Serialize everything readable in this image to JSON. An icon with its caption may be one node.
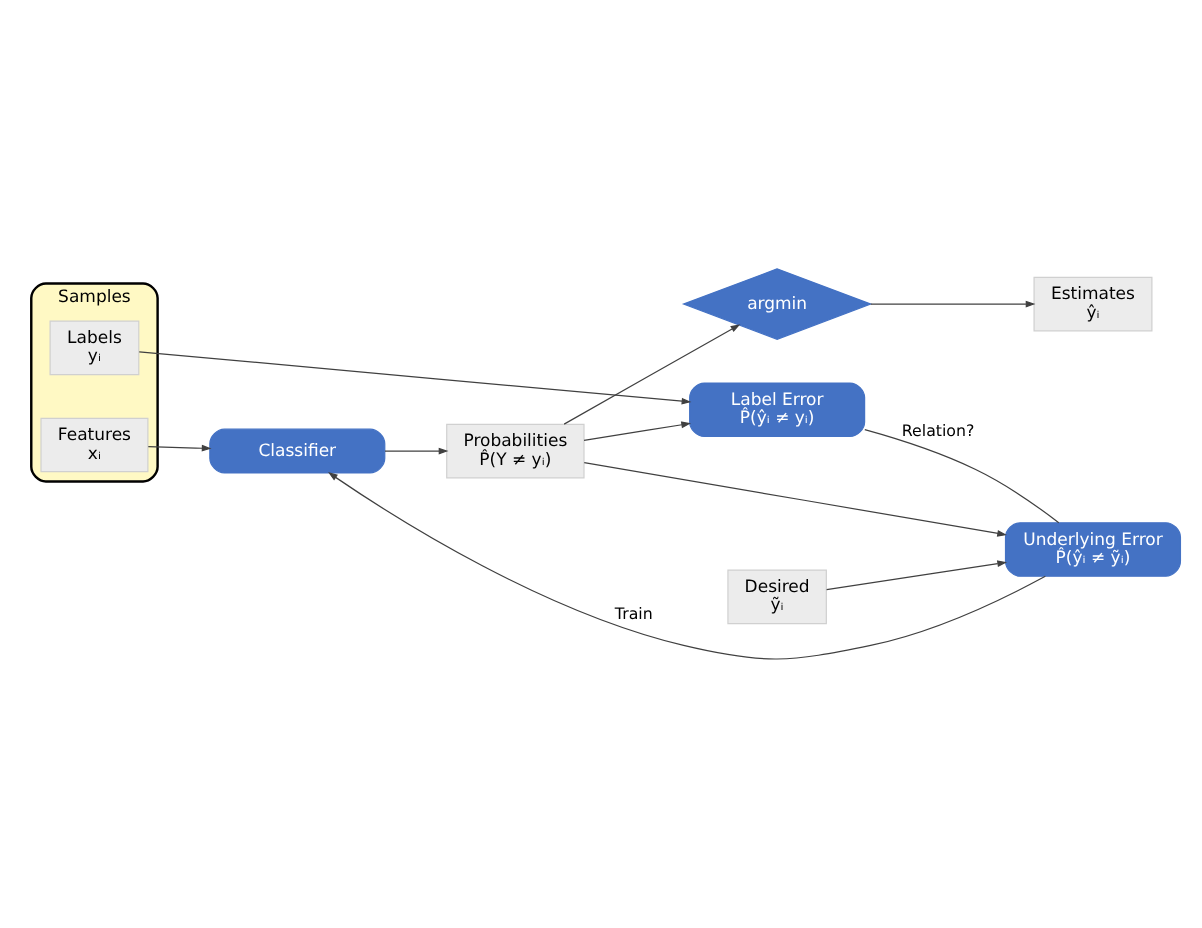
{
  "diagram": {
    "nodes": [
      {
        "text": [
          "Samples"
        ]
      },
      {
        "text": [
          "Features",
          "xᵢ"
        ],
        "in": 0
      },
      {
        "text": [
          "Labels",
          "yᵢ"
        ],
        "in": 0
      },
      {
        "text": [
          "Classifier"
        ]
      },
      {
        "text": [
          "Label Error",
          "P̂(ŷᵢ ≠ yᵢ)"
        ]
      },
      {
        "text": [
          "Probabilities",
          "P̂(Y ≠ yᵢ)"
        ]
      },
      {
        "text": [
          "argmin"
        ]
      },
      {
        "text": [
          "Estimates",
          "ŷᵢ"
        ]
      },
      {
        "text": [
          "Desired",
          "ỹᵢ"
        ]
      },
      {
        "text": [
          "Underlying Error",
          "P̂(ŷᵢ ≠ ỹᵢ)"
        ]
      }
    ],
    "edges": [
      {
        "from": 9,
        "to": 3,
        "arrow": "to",
        "label": "Train"
      },
      {
        "from": 1,
        "to": 3,
        "arrow": "to"
      },
      {
        "from": 2,
        "to": 4,
        "arrow": "to"
      },
      {
        "from": 3,
        "to": 5,
        "arrow": "to"
      },
      {
        "from": 5,
        "to": 6,
        "arrow": "to"
      },
      {
        "from": 5,
        "to": 4,
        "arrow": "to"
      },
      {
        "from": 6,
        "to": 7,
        "arrow": "to"
      },
      {
        "from": 4,
        "to": 9,
        "arrow": "none",
        "label": "Relation?"
      },
      {
        "from": 8,
        "to": 9,
        "arrow": "to"
      },
      {
        "from": 5,
        "to": 9,
        "arrow": "to"
      }
    ]
  }
}
